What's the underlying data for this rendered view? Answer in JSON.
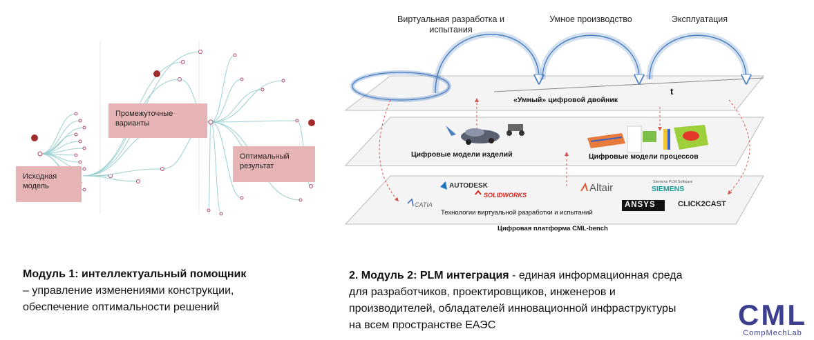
{
  "left_diagram": {
    "labels": {
      "initial": "Исходная\nмодель",
      "intermediate": "Промежуточные\nварианты",
      "optimal": "Оптимальный\nрезультат"
    }
  },
  "right_diagram": {
    "arc_labels": {
      "virtual": "Виртуальная разработка и\nиспытания",
      "smart_production": "Умное производство",
      "operation": "Эксплуатация"
    },
    "time_axis": "t",
    "twin_label": "«Умный» цифровой двойник",
    "product_models": "Цифровые модели изделий",
    "process_models": "Цифровые модели процессов",
    "technologies": "Технологии виртуальной разработки и испытаний",
    "platform": "Цифровая платформа CML-bench",
    "logos": {
      "autodesk": "AUTODESK",
      "solidworks": "SOLIDWORKS",
      "altair": "Altair",
      "siemens_small": "Siemens PLM Software",
      "siemens": "SIEMENS",
      "catia": "CATIA",
      "ansys": "ANSYS",
      "click2cast": "CLICK2CAST"
    },
    "colors": {
      "arrow_red": "#d9534f",
      "arc_blue": "#4a7fc1"
    }
  },
  "captions": {
    "module1": {
      "title": "Модуль 1: интеллектуальный помощник",
      "line2": "– управление изменениями конструкции,",
      "line3": "обеспечение оптимальности решений"
    },
    "module2": {
      "title": "2. Модуль 2: PLM интеграция",
      "title_rest": " - единая информационная среда",
      "line2": "для разработчиков, проектировщиков, инженеров и",
      "line3": "производителей, обладателей инновационной инфраструктуры",
      "line4": "на всем пространстве ЕАЭС"
    }
  },
  "brand": {
    "logo": "CML",
    "name": "CompMechLab"
  }
}
